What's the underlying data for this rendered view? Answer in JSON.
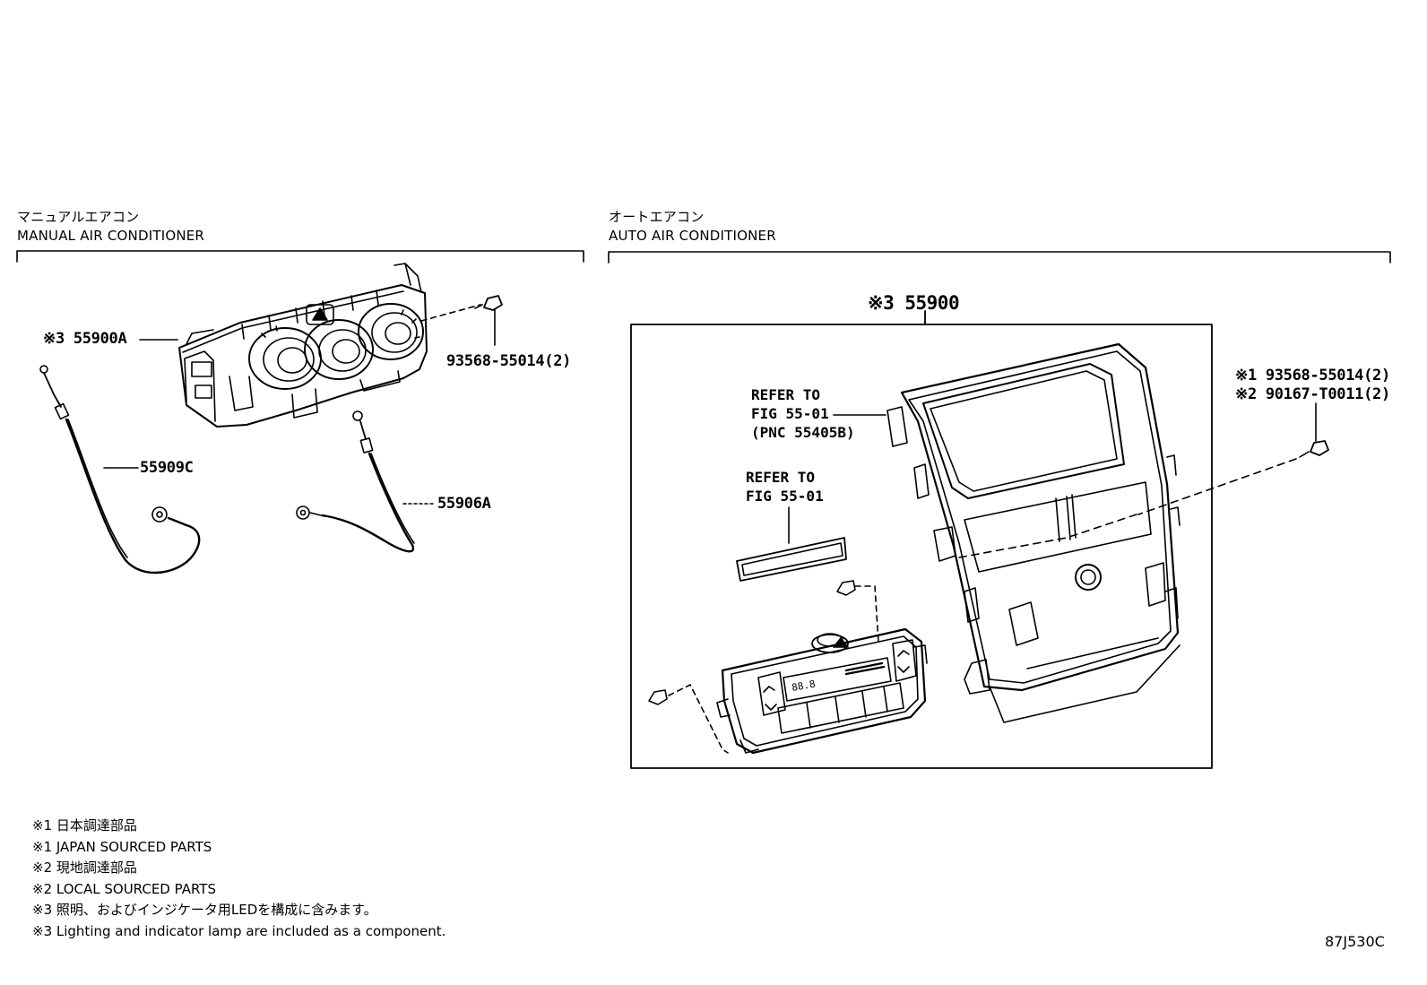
{
  "sections": {
    "manual": {
      "title_ja": "マニュアルエアコン",
      "title_en": "MANUAL AIR CONDITIONER"
    },
    "auto": {
      "title_ja": "オートエアコン",
      "title_en": "AUTO AIR CONDITIONER"
    }
  },
  "callouts": {
    "manual_unit": "※3 55900A",
    "manual_screw": "93568-55014(2)",
    "cable_c": "55909C",
    "cable_a": "55906A",
    "auto_unit": "※3 55900",
    "auto_screw_1": "※1 93568-55014(2)",
    "auto_screw_2": "※2 90167-T0011(2)",
    "refer_1": [
      "REFER TO",
      "FIG 55-01",
      "(PNC 55405B)"
    ],
    "refer_2": [
      "REFER TO",
      "FIG 55-01"
    ]
  },
  "lcd_readout": "88.8",
  "notes": [
    "※1 日本調達部品",
    "※1 JAPAN SOURCED PARTS",
    "※2 現地調達部品",
    "※2 LOCAL SOURCED PARTS",
    "※3 照明、およびインジケータ用LEDを構成に含みます。",
    "※3 Lighting and indicator lamp are included as a component."
  ],
  "figure_code": "87J530C"
}
